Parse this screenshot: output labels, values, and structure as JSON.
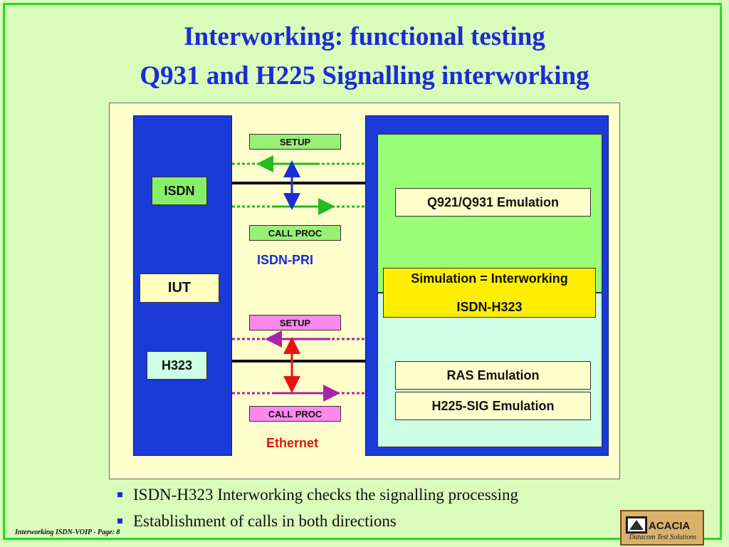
{
  "title": {
    "line1": "Interworking: functional testing",
    "line2": "Q931 and H225 Signalling interworking"
  },
  "diagram": {
    "iut_column": {
      "isdn": "ISDN",
      "iut": "IUT",
      "h323": "H323"
    },
    "isdn_link": {
      "setup": "SETUP",
      "call_proc": "CALL PROC",
      "label": "ISDN-PRI"
    },
    "ethernet_link": {
      "setup": "SETUP",
      "call_proc": "CALL PROC",
      "label": "Ethernet"
    },
    "tester": {
      "q921": "Q921/Q931 Emulation",
      "simulation_line1": "Simulation = Interworking",
      "simulation_line2": "ISDN-H323",
      "ras": "RAS Emulation",
      "h225": "H225-SIG Emulation"
    }
  },
  "bullets": [
    "ISDN-H323 Interworking checks the signalling processing",
    "Establishment of calls in both directions"
  ],
  "footer": "Interworking ISDN-VOIP - Page: 8",
  "logo": {
    "name": "ACACIA",
    "tagline": "Datacom Test Solutions"
  },
  "colors": {
    "title": "#1a2bd8",
    "background": "#d9fcba",
    "border": "#22dd22",
    "block_blue": "#1a3bd8",
    "isdn_label": "#1a2bd8",
    "ethernet_label": "#dd1111",
    "green_signal": "#22bb22",
    "purple_signal": "#aa22aa",
    "isdn_arrow": "#1a2bd8",
    "ethernet_arrow": "#ee1111"
  }
}
